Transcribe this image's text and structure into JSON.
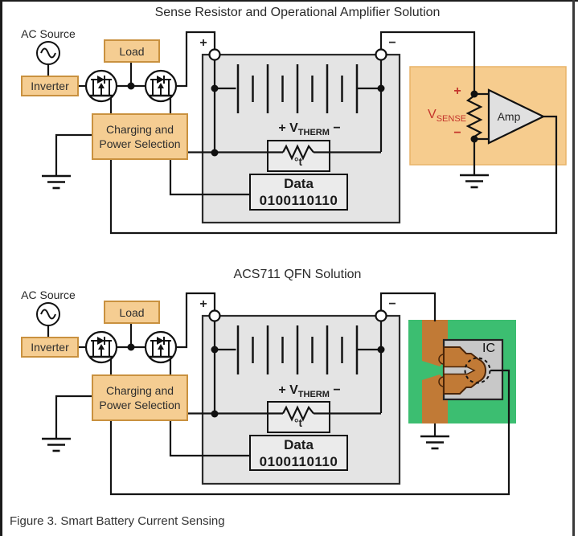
{
  "caption": "Figure 3. Smart Battery Current Sensing",
  "shared": {
    "ac_source": "AC Source",
    "inverter": "Inverter",
    "load": "Load",
    "charging_line1": "Charging and",
    "charging_line2": "Power Selection",
    "terminal_plus": "+",
    "terminal_minus": "−",
    "vtherm_prefix": "+ V",
    "vtherm_sub": "THERM",
    "vtherm_suffix": " −",
    "thermistor_symbol": "°t",
    "data_title": "Data",
    "data_bits": "0100110110"
  },
  "top_diagram": {
    "title": "Sense Resistor and Operational Amplifier Solution",
    "vsense_prefix": "V",
    "vsense_sub": "SENSE",
    "sense_plus": "+",
    "sense_minus": "−",
    "amp_label": "Amp"
  },
  "bottom_diagram": {
    "title": "ACS711 QFN Solution",
    "ic_label": "IC"
  },
  "colors": {
    "orange_box_fill": "#F5CD92",
    "orange_box_border": "#C9913F",
    "amp_panel_fill": "#F6CC8E",
    "battery_pack_fill": "#E4E4E4",
    "inner_box_fill": "#EBEBEB",
    "pcb_green": "#3CBE71",
    "copper": "#C17A36",
    "sense_red": "#C4342B",
    "wire": "#141414"
  }
}
